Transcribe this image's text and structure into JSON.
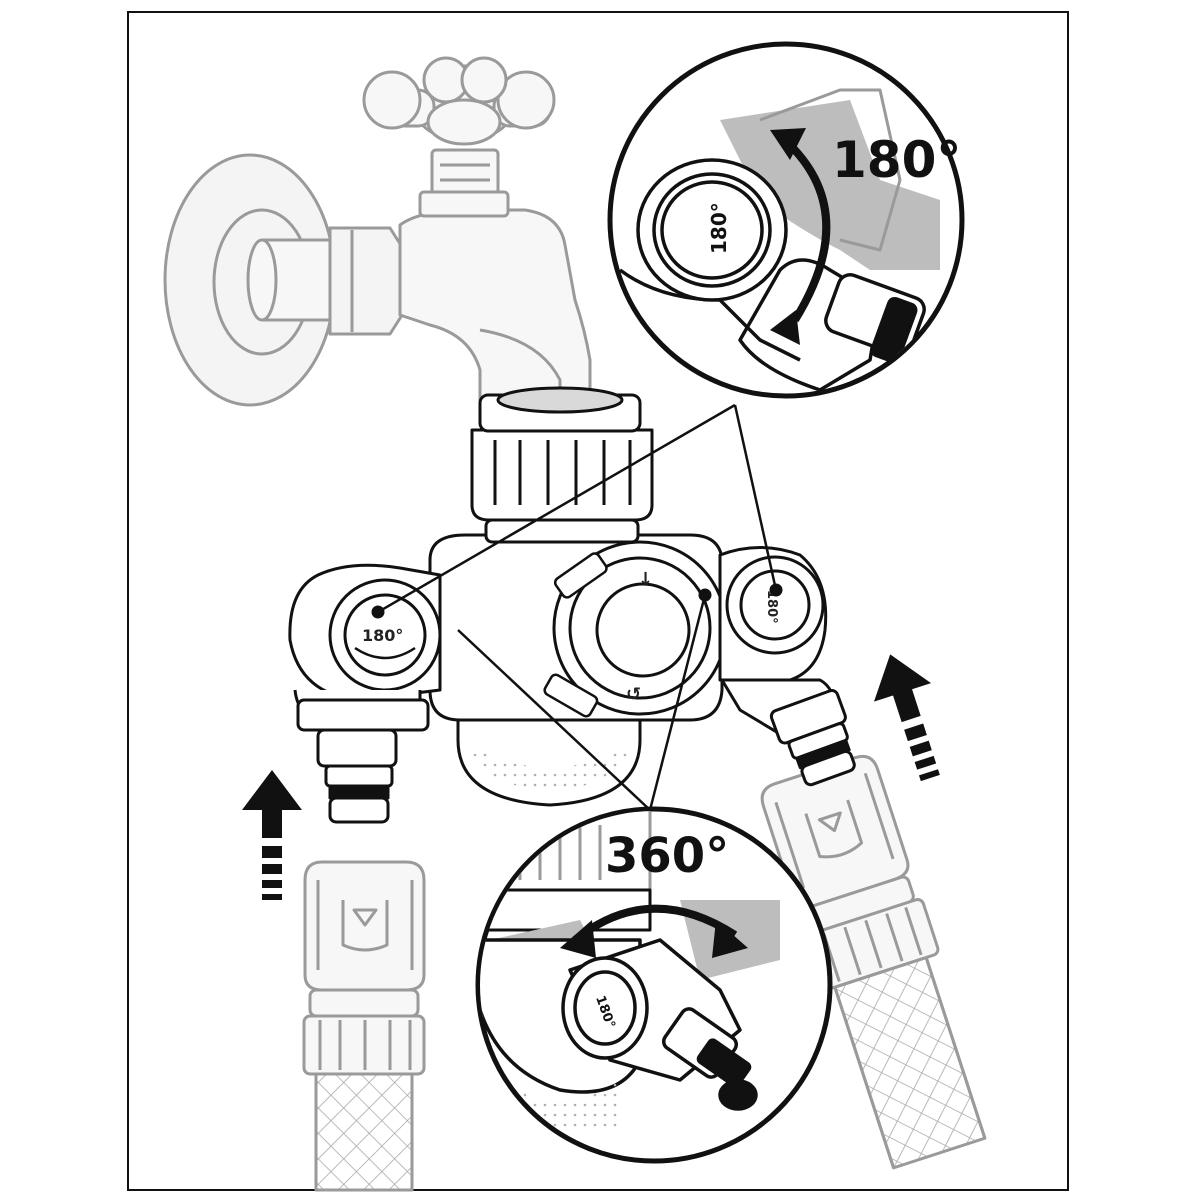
{
  "labels": {
    "top_callout": "180°",
    "bottom_callout": "360°",
    "left_dial": "180°",
    "right_dial": "180°",
    "zoom_dial_top": "180°",
    "zoom_dial_bottom": "180°"
  },
  "colors": {
    "stroke": "#111111",
    "faded_stroke": "#9a9a9a",
    "faded_fill": "#f4f4f4",
    "shadow_gray": "#bdbdbd",
    "background": "#ffffff"
  }
}
